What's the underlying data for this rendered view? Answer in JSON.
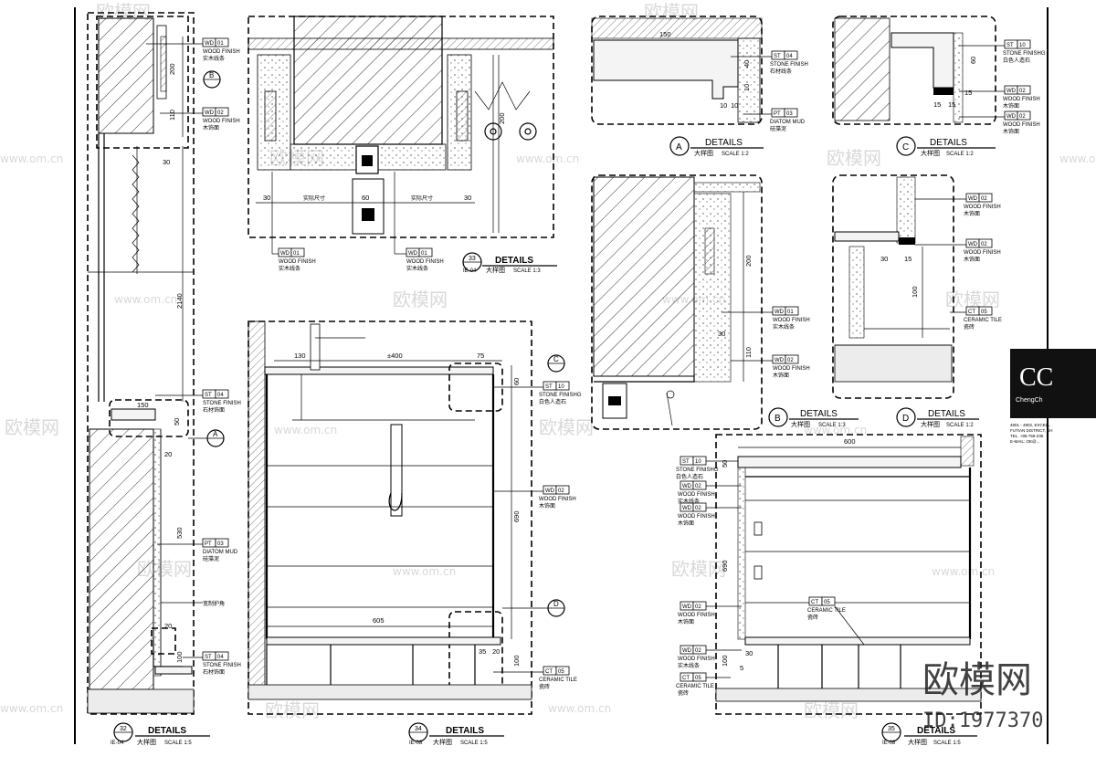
{
  "watermark": {
    "site": "www.om.cn",
    "brand": "欧模网",
    "big_brand": "欧模网",
    "id_text": "ID:1977370"
  },
  "company": {
    "logo": "CC",
    "logo_sub": "ChengCh",
    "address1": "4801 - 4802, EXCELL",
    "address2": "FUTIAN DISTRICT, SH",
    "tel": "TEL. +86-755-235",
    "email": "E-MAIL: OE@..."
  },
  "sections": {
    "d32": {
      "num": "32",
      "ref": "IE-04",
      "title": "DETAILS",
      "cn": "大样图",
      "scale": "SCALE 1:5"
    },
    "d33": {
      "num": "33",
      "ref": "IE-04",
      "title": "DETAILS",
      "cn": "大样图",
      "scale": "SCALE 1:3"
    },
    "d34": {
      "num": "34",
      "ref": "IE-08",
      "title": "DETAILS",
      "cn": "大样图",
      "scale": "SCALE 1:5"
    },
    "d35": {
      "num": "35",
      "ref": "IE-08",
      "title": "DETAILS",
      "cn": "大样图",
      "scale": "SCALE 1:5"
    },
    "dA": {
      "letter": "A",
      "title": "DETAILS",
      "cn": "大样图",
      "scale": "SCALE 1:2"
    },
    "dB": {
      "letter": "B",
      "title": "DETAILS",
      "cn": "大样图",
      "scale": "SCALE 1:3"
    },
    "dC": {
      "letter": "C",
      "title": "DETAILS",
      "cn": "大样图",
      "scale": "SCALE 1:2"
    },
    "dD": {
      "letter": "D",
      "title": "DETAILS",
      "cn": "大样图",
      "scale": "SCALE 1:2"
    }
  },
  "materials": {
    "wd01": {
      "code": "WD",
      "num": "01",
      "en": "WOOD FINISH",
      "cn": "实木线条"
    },
    "wd02": {
      "code": "WD",
      "num": "02",
      "en": "WOOD FINISH",
      "cn": "木饰面"
    },
    "st04": {
      "code": "ST",
      "num": "04",
      "en": "STONE FINISH",
      "cn": "石材饰面"
    },
    "st04b": {
      "code": "ST",
      "num": "04",
      "en": "STONE FINISH",
      "cn": "石材线条"
    },
    "st10": {
      "code": "ST",
      "num": "10",
      "en": "STONE FINISHG",
      "cn": "白色人造石"
    },
    "pt03": {
      "code": "PT",
      "num": "03",
      "en": "DIATOM MUD",
      "cn": "硅藻泥"
    },
    "ct05": {
      "code": "CT",
      "num": "05",
      "en": "CERAMIC TILE",
      "cn": "瓷砖"
    }
  },
  "dims": {
    "d32": {
      "h200": "200",
      "h110": "110",
      "d30": "30",
      "h2140": "2140",
      "w150": "150",
      "h50": "50",
      "d20": "20",
      "h530": "530",
      "w20": "20",
      "h100": "100",
      "note": "宽制护角"
    },
    "d33": {
      "d30a": "30",
      "w60": "60",
      "d30b": "30",
      "actual": "实际尺寸",
      "h200": "200"
    },
    "d34": {
      "w130": "130",
      "w400": "±400",
      "w75": "75",
      "h60": "60",
      "h690": "690",
      "w605": "605",
      "w35": "35",
      "w20": "20",
      "h100": "100"
    },
    "dA": {
      "w150": "150",
      "h40": "40",
      "h10": "10",
      "w10a": "10",
      "w10b": "10"
    },
    "dB": {
      "h200": "200",
      "d30": "30",
      "h110": "110"
    },
    "dC": {
      "h60": "60",
      "w15a": "15",
      "w15b": "15",
      "w15c": "15"
    },
    "dD": {
      "w30": "30",
      "w15": "15",
      "h100": "100"
    },
    "d35": {
      "w600": "600",
      "h50": "50",
      "h690": "690",
      "h100": "100",
      "w30": "30",
      "w5": "5"
    }
  }
}
